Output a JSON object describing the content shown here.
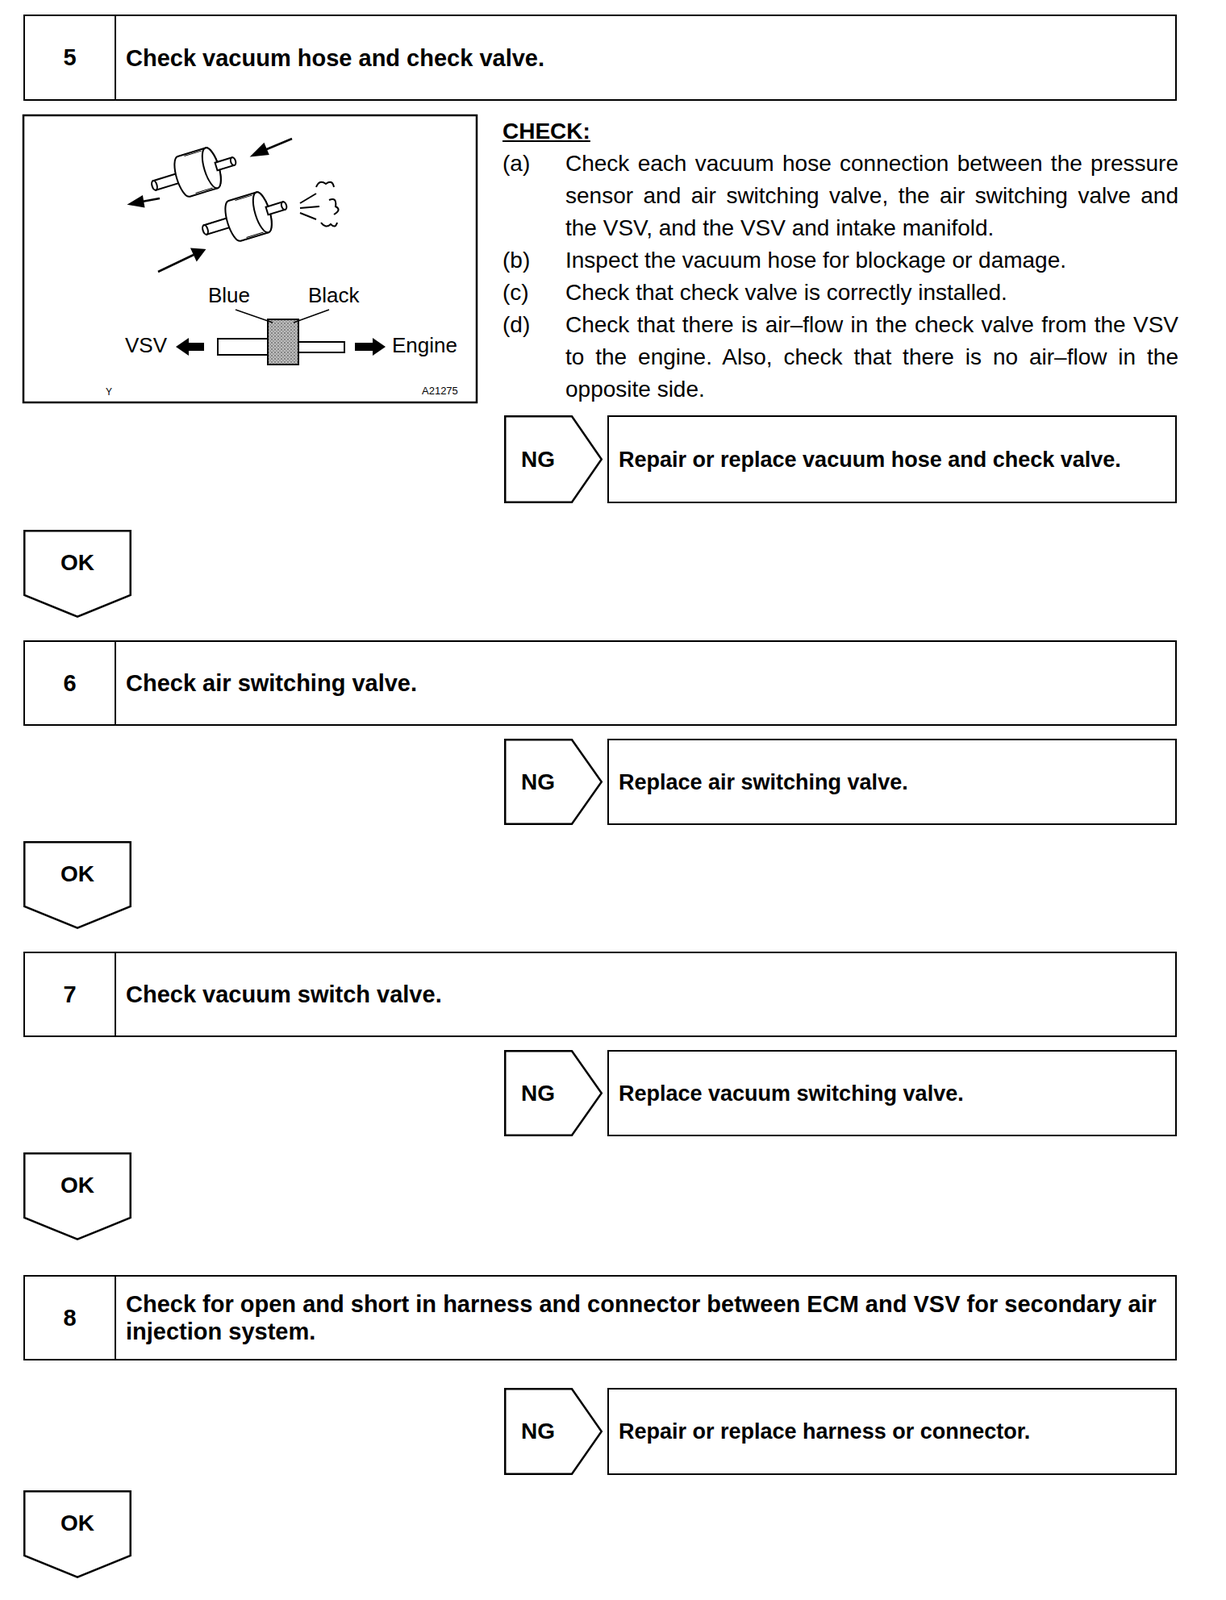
{
  "diagram": {
    "nodes": [
      {
        "text": [
          "5",
          "Check vacuum hose and check valve."
        ]
      },
      {
        "text": [
          "NG"
        ]
      },
      {
        "text": [
          "Repair or replace vacuum hose and check valve."
        ]
      },
      {
        "text": [
          "OK"
        ]
      },
      {
        "text": [
          "6",
          "Check air switching valve."
        ]
      },
      {
        "text": [
          "NG"
        ]
      },
      {
        "text": [
          "Replace air switching valve."
        ]
      },
      {
        "text": [
          "OK"
        ]
      },
      {
        "text": [
          "7",
          "Check vacuum switch valve."
        ]
      },
      {
        "text": [
          "NG"
        ]
      },
      {
        "text": [
          "Replace vacuum switching valve."
        ]
      },
      {
        "text": [
          "OK"
        ]
      },
      {
        "text": [
          "8",
          "Check for open and short in harness and connector between ECM and VSV for secondary air injection system."
        ]
      },
      {
        "text": [
          "NG"
        ]
      },
      {
        "text": [
          "Repair or replace harness or connector."
        ]
      },
      {
        "text": [
          "OK"
        ]
      }
    ],
    "labels": [
      "CHECK:",
      "(a)",
      "Check each vacuum hose connection between the pressure sensor and air switching valve, the air switching valve and the VSV, and the VSV and intake manifold.",
      "(b)",
      "Inspect the vacuum hose for blockage or damage.",
      "(c)",
      "Check that check valve is correctly installed.",
      "(d)",
      "Check that there is air–flow in the check valve from the VSV to the engine. Also, check that there is no air–flow in the opposite side.",
      "Blue",
      "Black",
      "VSV",
      "Engine",
      "Y",
      "A21275"
    ]
  }
}
